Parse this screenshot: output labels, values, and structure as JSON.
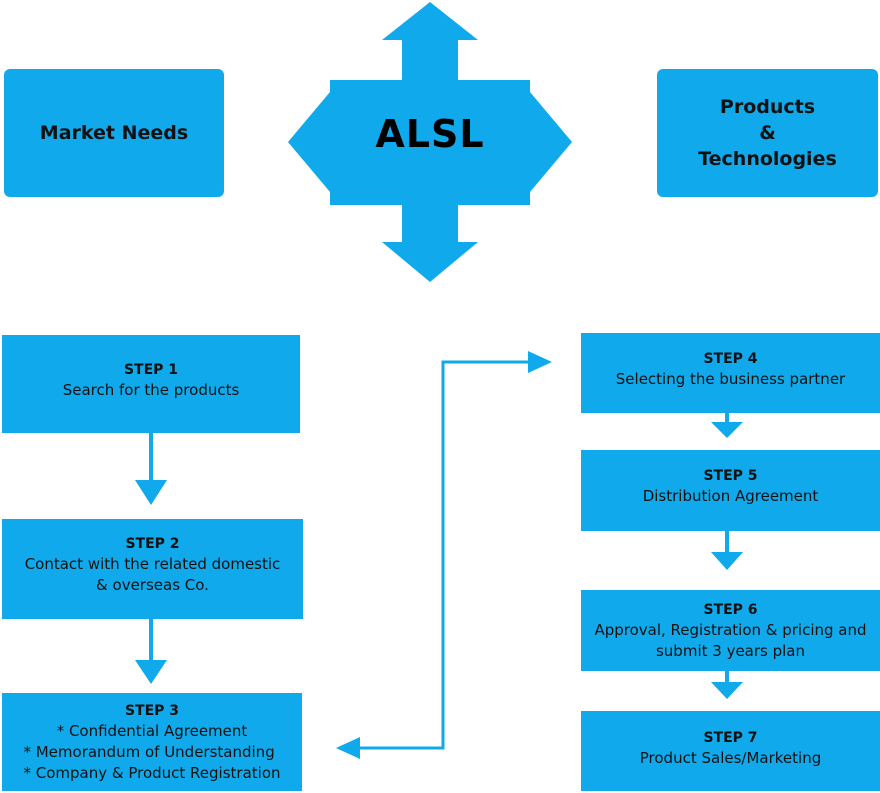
{
  "top": {
    "left_label": "Market Needs",
    "center_label": "ALSL",
    "right_label_lines": [
      "Products",
      "&",
      "Technologies"
    ]
  },
  "steps": [
    {
      "title": "STEP 1",
      "lines": [
        "Search for the products"
      ]
    },
    {
      "title": "STEP 2",
      "lines": [
        "Contact with the related domestic",
        "& overseas Co."
      ]
    },
    {
      "title": "STEP 3",
      "lines": [
        "* Confidential Agreement",
        "* Memorandum of Understanding",
        "* Company & Product Registration"
      ]
    },
    {
      "title": "STEP 4",
      "lines": [
        "Selecting the business partner"
      ]
    },
    {
      "title": "STEP 5",
      "lines": [
        "Distribution Agreement"
      ]
    },
    {
      "title": "STEP 6",
      "lines": [
        "Approval, Registration & pricing and",
        "submit 3 years plan"
      ]
    },
    {
      "title": "STEP 7",
      "lines": [
        "Product Sales/Marketing"
      ]
    }
  ],
  "colors": {
    "box": "#0fa9ec",
    "arrow": "#0fa9ec",
    "text": "#111111"
  }
}
